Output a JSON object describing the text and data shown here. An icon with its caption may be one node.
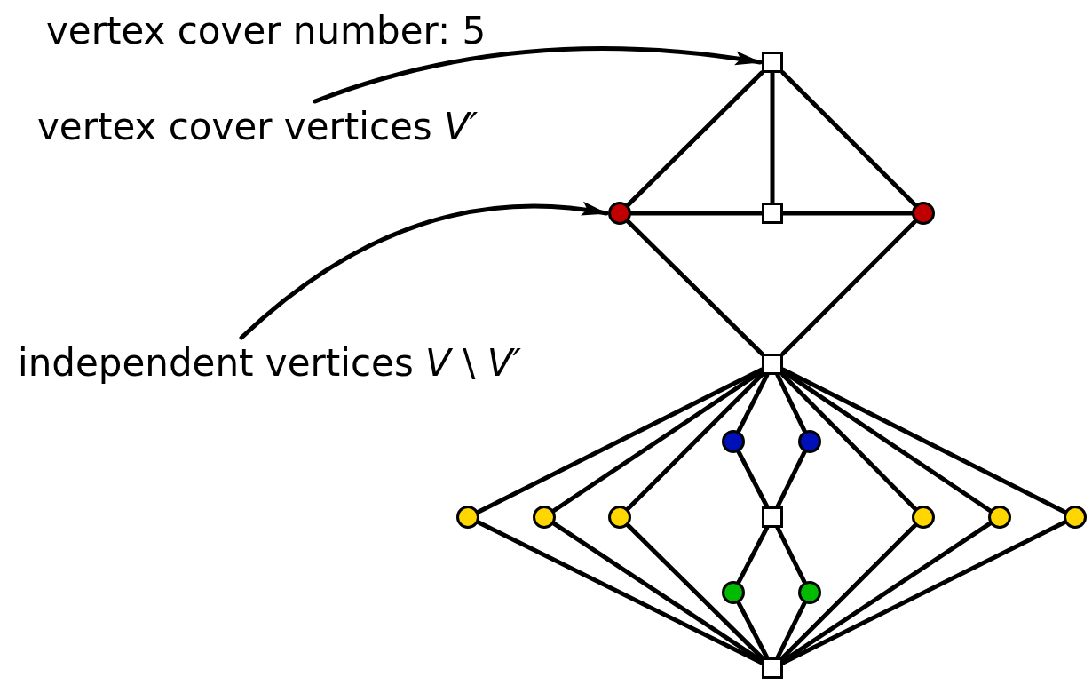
{
  "diagram": {
    "nodes": [
      {
        "text": [
          "vertex cover vertices *V′*"
        ]
      },
      {
        "text": [],
        "shape": "box"
      },
      {
        "text": [],
        "shape": "circle"
      },
      {
        "text": [],
        "shape": "box"
      },
      {
        "text": [],
        "shape": "circle"
      },
      {
        "text": [
          "independent vertices *V* \\ *V′*"
        ]
      },
      {
        "text": [],
        "shape": "box"
      },
      {
        "text": [],
        "shape": "circle"
      },
      {
        "text": [],
        "shape": "circle"
      },
      {
        "text": [],
        "shape": "circle"
      },
      {
        "text": [],
        "shape": "circle"
      },
      {
        "text": [],
        "shape": "circle"
      },
      {
        "text": [],
        "shape": "box"
      },
      {
        "text": [],
        "shape": "circle"
      },
      {
        "text": [],
        "shape": "circle"
      },
      {
        "text": [],
        "shape": "circle"
      },
      {
        "text": [],
        "shape": "circle"
      },
      {
        "text": [],
        "shape": "circle"
      },
      {
        "text": [],
        "shape": "box"
      }
    ],
    "edges": [
      {
        "from": 0,
        "to": 1,
        "arrow": "to"
      },
      {
        "from": 5,
        "to": 2,
        "arrow": "to"
      },
      {
        "from": 1,
        "to": 3,
        "arrow": "none"
      },
      {
        "from": 1,
        "to": 2,
        "arrow": "none"
      },
      {
        "from": 1,
        "to": 4,
        "arrow": "none"
      },
      {
        "from": 2,
        "to": 3,
        "arrow": "none"
      },
      {
        "from": 3,
        "to": 4,
        "arrow": "none"
      },
      {
        "from": 2,
        "to": 6,
        "arrow": "none"
      },
      {
        "from": 4,
        "to": 6,
        "arrow": "none"
      },
      {
        "from": 6,
        "to": 7,
        "arrow": "none"
      },
      {
        "from": 6,
        "to": 8,
        "arrow": "none"
      },
      {
        "from": 7,
        "to": 12,
        "arrow": "none"
      },
      {
        "from": 8,
        "to": 12,
        "arrow": "none"
      },
      {
        "from": 12,
        "to": 16,
        "arrow": "none"
      },
      {
        "from": 12,
        "to": 17,
        "arrow": "none"
      },
      {
        "from": 16,
        "to": 18,
        "arrow": "none"
      },
      {
        "from": 17,
        "to": 18,
        "arrow": "none"
      },
      {
        "from": 6,
        "to": 9,
        "arrow": "none"
      },
      {
        "from": 6,
        "to": 10,
        "arrow": "none"
      },
      {
        "from": 6,
        "to": 11,
        "arrow": "none"
      },
      {
        "from": 6,
        "to": 13,
        "arrow": "none"
      },
      {
        "from": 6,
        "to": 14,
        "arrow": "none"
      },
      {
        "from": 6,
        "to": 15,
        "arrow": "none"
      },
      {
        "from": 9,
        "to": 18,
        "arrow": "none"
      },
      {
        "from": 10,
        "to": 18,
        "arrow": "none"
      },
      {
        "from": 11,
        "to": 18,
        "arrow": "none"
      },
      {
        "from": 13,
        "to": 18,
        "arrow": "none"
      },
      {
        "from": 14,
        "to": 18,
        "arrow": "none"
      },
      {
        "from": 15,
        "to": 18,
        "arrow": "none"
      }
    ],
    "labels": [
      "vertex cover number: 5"
    ]
  }
}
